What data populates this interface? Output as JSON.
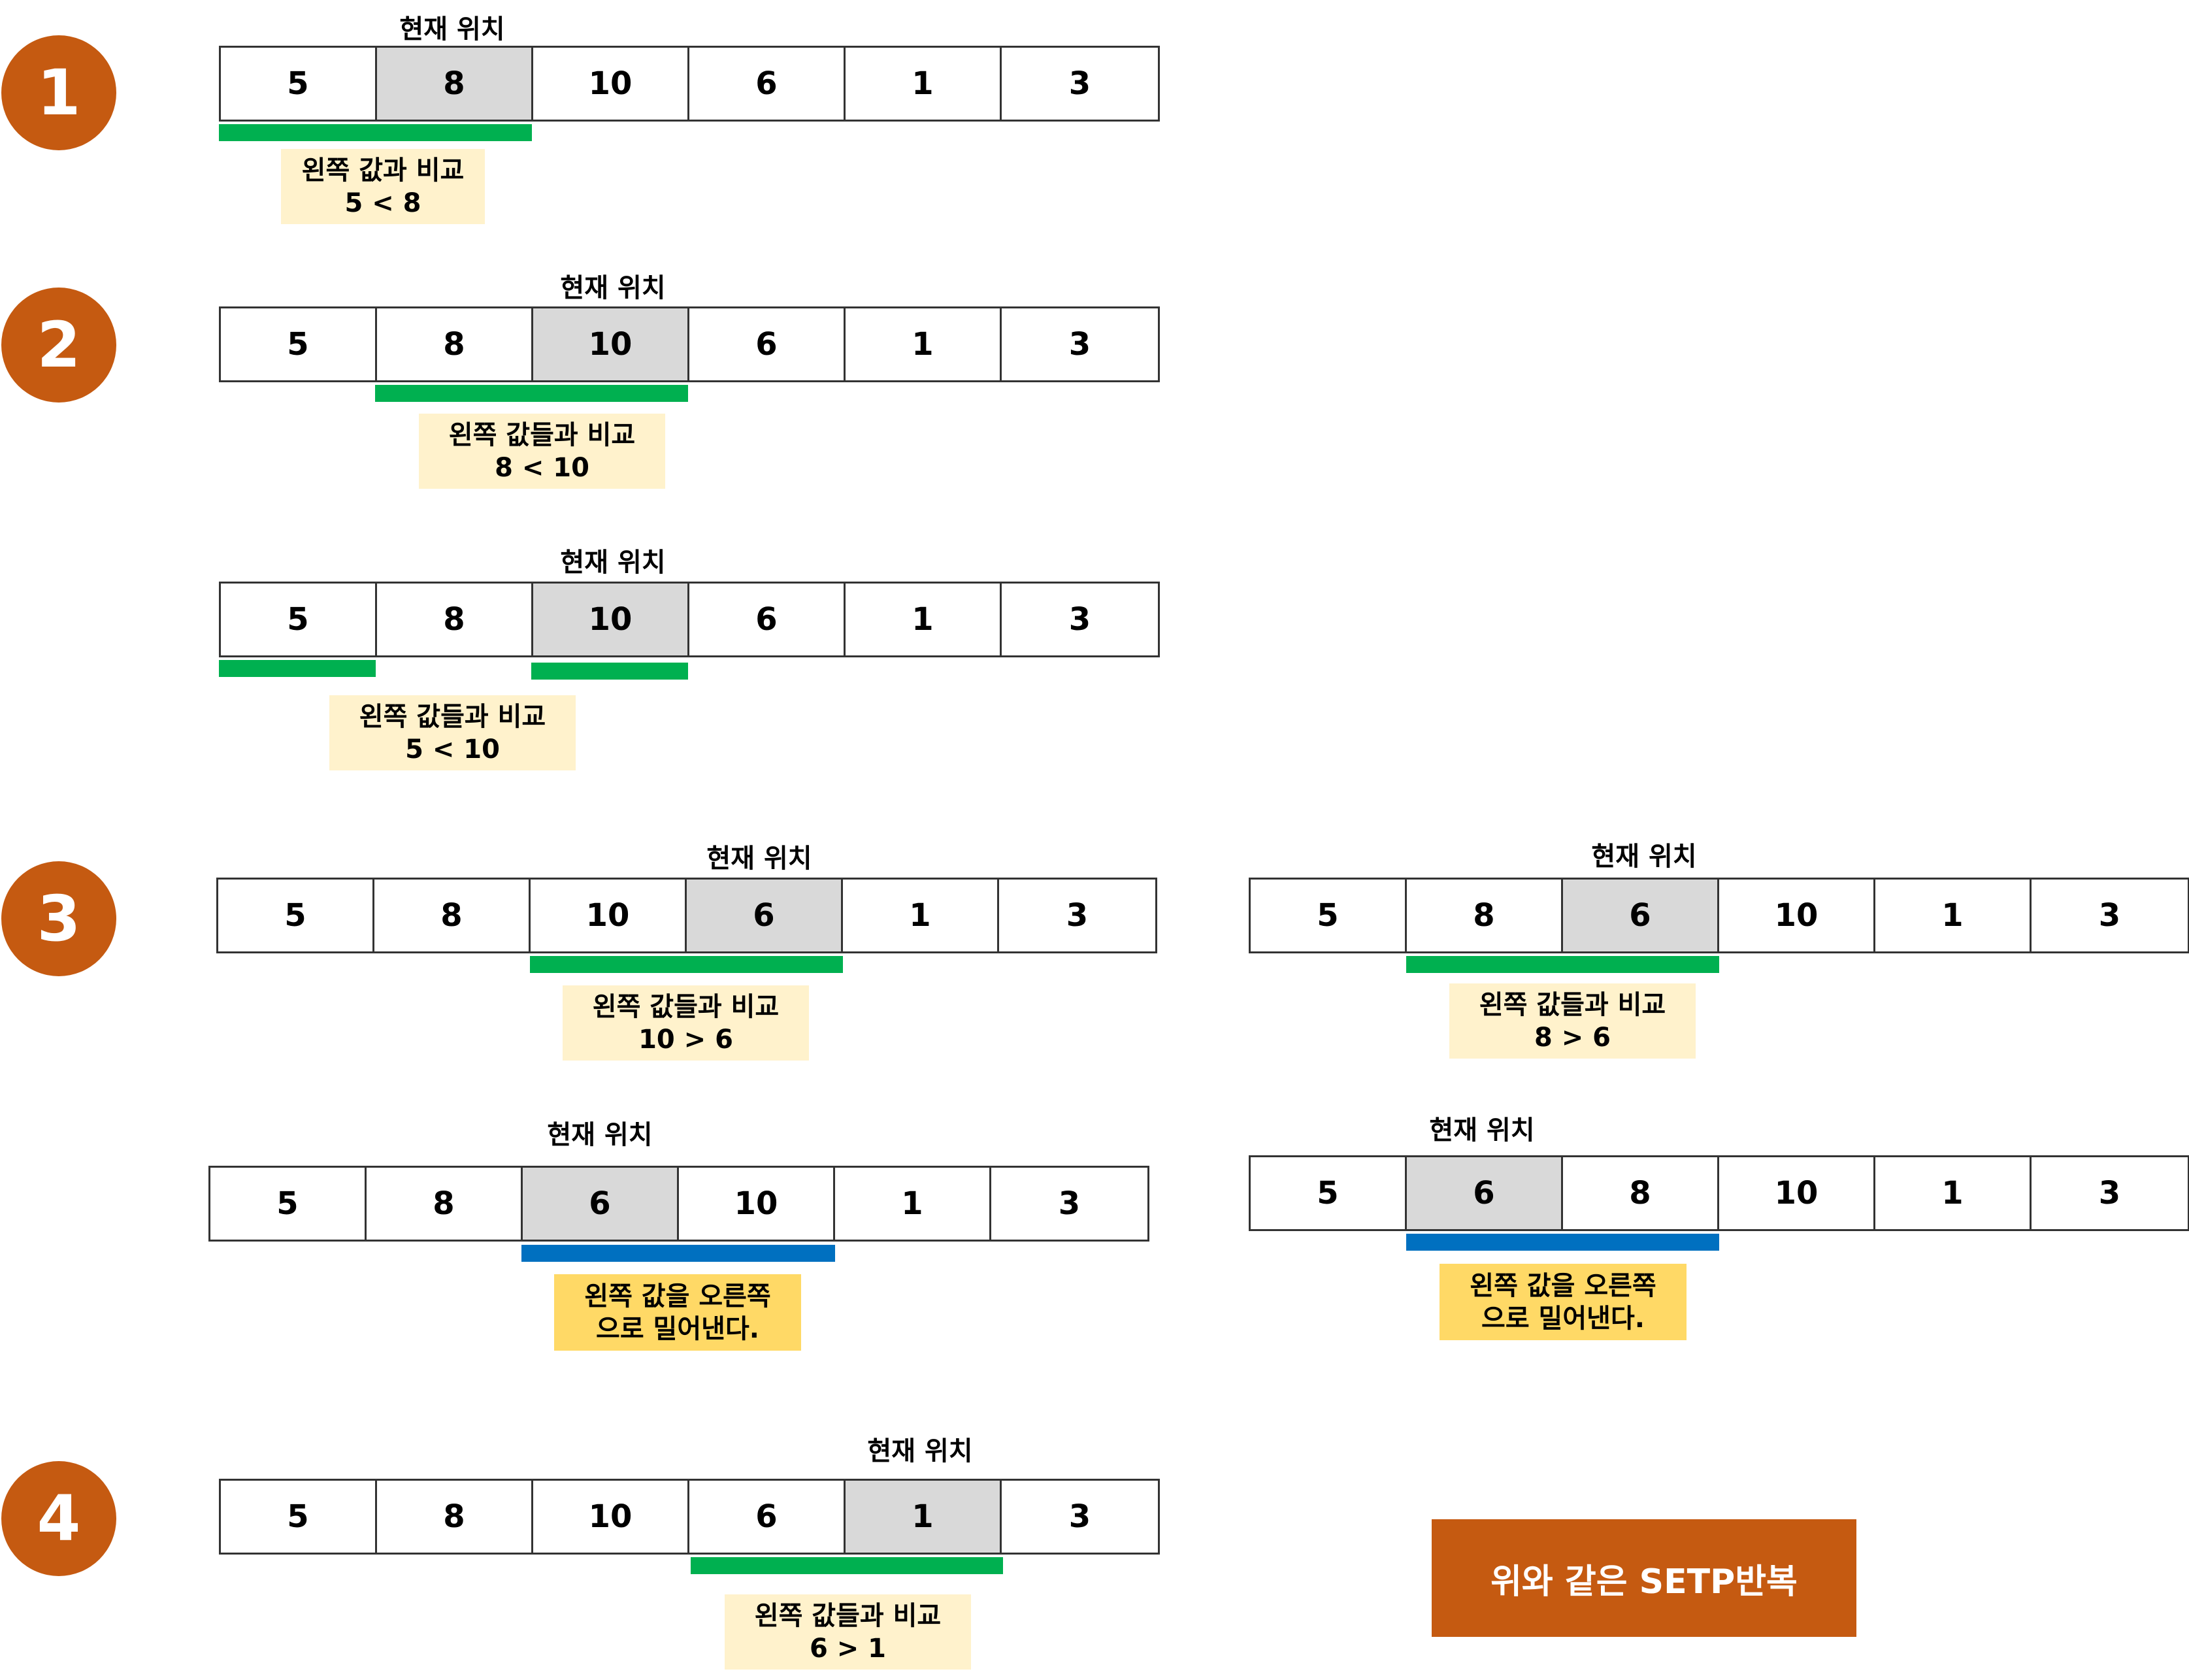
{
  "step_numbers": [
    "1",
    "2",
    "3",
    "4"
  ],
  "current_label": "현재 위치",
  "rows": [
    {
      "cells": [
        "5",
        "8",
        "10",
        "6",
        "1",
        "3"
      ],
      "current_index": 1
    },
    {
      "cells": [
        "5",
        "8",
        "10",
        "6",
        "1",
        "3"
      ],
      "current_index": 2
    },
    {
      "cells": [
        "5",
        "8",
        "10",
        "6",
        "1",
        "3"
      ],
      "current_index": 2
    },
    {
      "cells": [
        "5",
        "8",
        "10",
        "6",
        "1",
        "3"
      ],
      "current_index": 3
    },
    {
      "cells": [
        "5",
        "8",
        "6",
        "10",
        "1",
        "3"
      ],
      "current_index": 2
    },
    {
      "cells": [
        "5",
        "8",
        "6",
        "10",
        "1",
        "3"
      ],
      "current_index": 2
    },
    {
      "cells": [
        "5",
        "6",
        "8",
        "10",
        "1",
        "3"
      ],
      "current_index": 1
    },
    {
      "cells": [
        "5",
        "8",
        "10",
        "6",
        "1",
        "3"
      ],
      "current_index": 4
    }
  ],
  "notes": [
    {
      "line1": "왼쪽 값과 비교",
      "line2": "5 < 8"
    },
    {
      "line1": "왼쪽 값들과 비교",
      "line2": "8 < 10"
    },
    {
      "line1": "왼쪽 값들과 비교",
      "line2": "5 < 10"
    },
    {
      "line1": "왼쪽 값들과 비교",
      "line2": "10 > 6"
    },
    {
      "line1": "왼쪽 값들과 비교",
      "line2": "8 > 6"
    },
    {
      "line1": "왼쪽 값을 오른쪽",
      "line2": "으로 밀어낸다."
    },
    {
      "line1": "왼쪽 값을 오른쪽",
      "line2": "으로 밀어낸다."
    },
    {
      "line1": "왼쪽 값들과 비교",
      "line2": "6 > 1"
    }
  ],
  "repeat_label": "위와 같은 SETP반복",
  "colors": {
    "accent": "#c55a11",
    "compare_bar": "#00b050",
    "shift_bar": "#0070c0",
    "note_light": "#fff2cc",
    "note_dark": "#ffd966",
    "current_cell": "#d9d9d9"
  }
}
